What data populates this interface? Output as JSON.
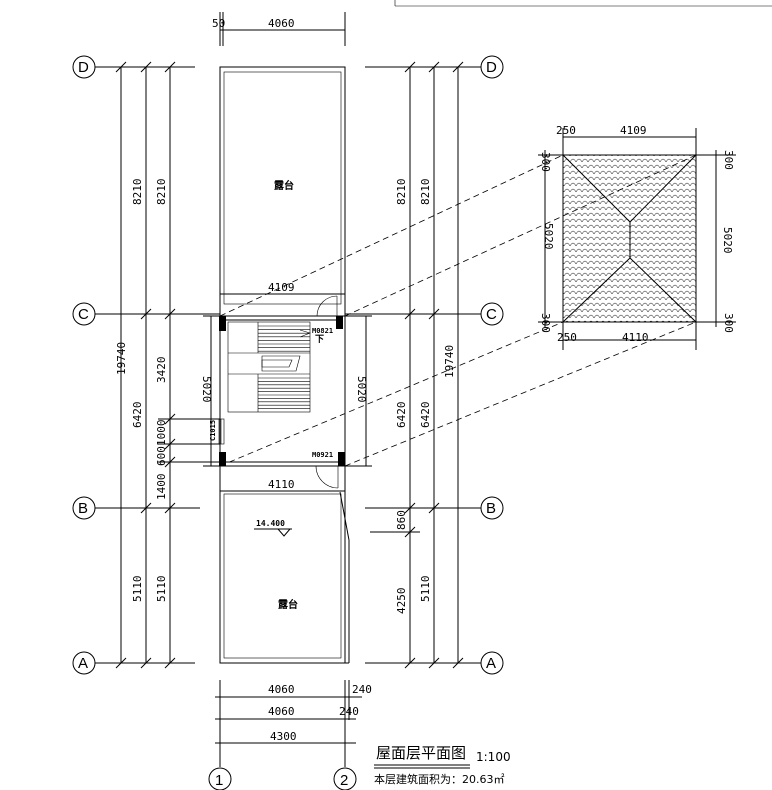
{
  "plan": {
    "title": "屋面层平面图",
    "scale": "1:100",
    "area_note": "本层建筑面积为：20.63㎡"
  },
  "axes": {
    "rows": [
      "D",
      "C",
      "B",
      "A"
    ],
    "cols": [
      "1",
      "2"
    ]
  },
  "rooms": {
    "top_terrace": "露台",
    "bottom_terrace": "露台"
  },
  "tags": {
    "door_top": "M0821",
    "door_bottom": "M0921",
    "window": "C1015",
    "down_arrow": "下",
    "elevation": "14.400"
  },
  "dimensions": {
    "top_small": "50",
    "top_width": "4060",
    "left_total": "19740",
    "left_dc_outer": "8210",
    "left_dc_inner": "8210",
    "left_cb_outer": "6420",
    "left_cb_inner": "3420",
    "left_cb_1000": "1000",
    "left_cb_600": "600",
    "left_cb_1400": "1400",
    "left_ba_outer": "5110",
    "left_ba_inner": "5110",
    "right_total": "19740",
    "right_dc_outer": "8210",
    "right_dc_inner": "8210",
    "right_cb_outer": "6420",
    "right_cb_inner": "6420",
    "right_ba_860": "860",
    "right_ba_4250": "4250",
    "right_ba_5110": "5110",
    "stair_top_width": "4109",
    "stair_bottom_width": "4110",
    "stair_left_height": "5020",
    "stair_right_height": "5020",
    "bottom_row1_main": "4060",
    "bottom_row1_extra": "240",
    "bottom_row2_main": "4060",
    "bottom_row2_extra": "240",
    "bottom_row3": "4300",
    "roof_top_small": "250",
    "roof_top_width": "4109",
    "roof_bottom_small": "250",
    "roof_bottom_width": "4110",
    "roof_left_top": "300",
    "roof_left_mid": "5020",
    "roof_left_bottom": "300",
    "roof_right_top": "300",
    "roof_right_mid": "5020",
    "roof_right_bottom": "300"
  }
}
